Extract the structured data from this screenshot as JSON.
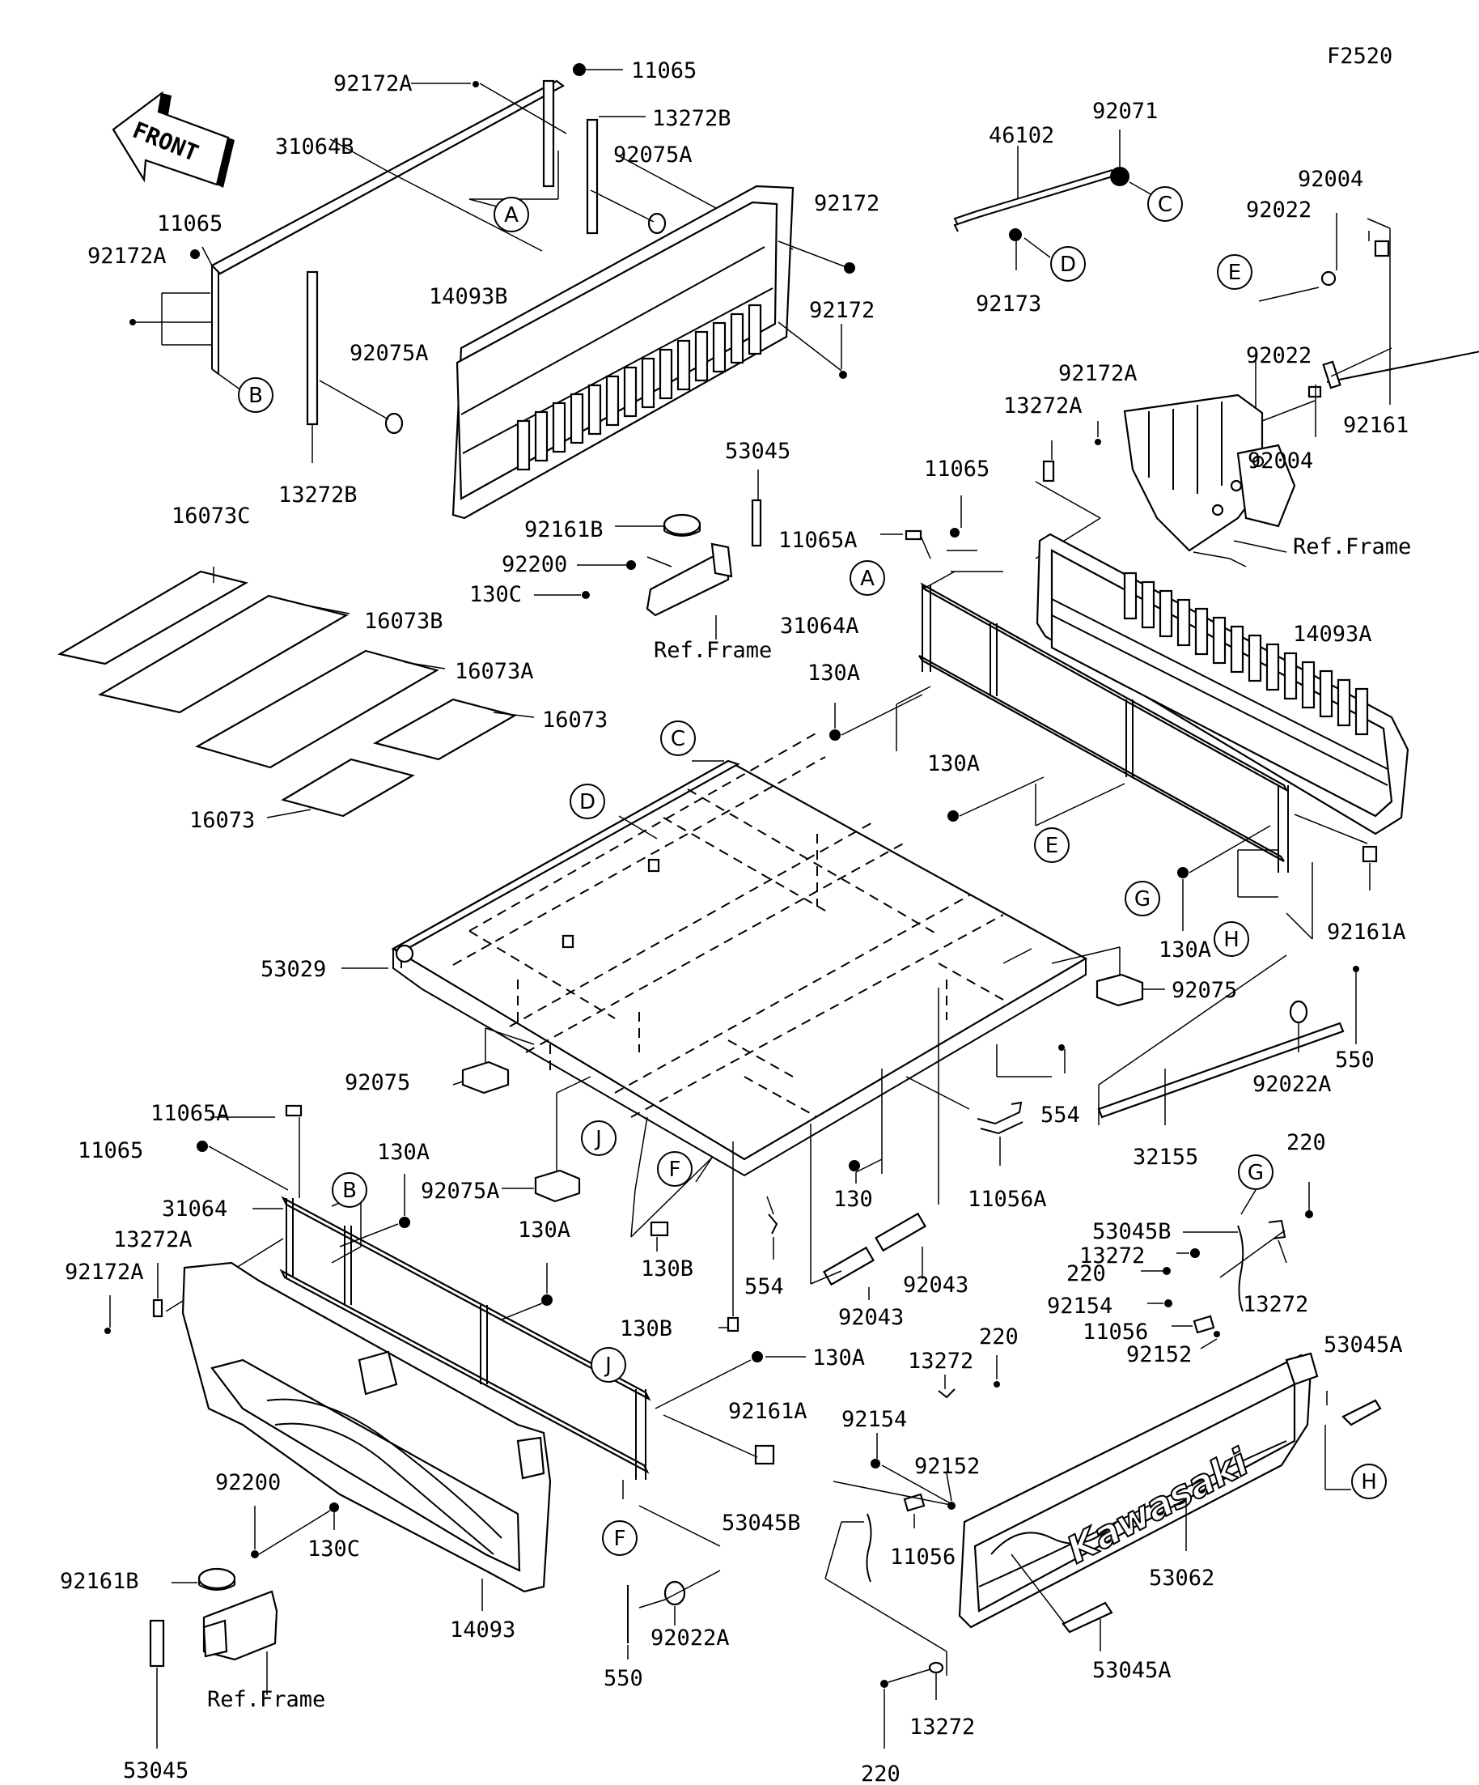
{
  "figure_code": "F2520",
  "front_arrow_label": "FRONT",
  "brand_decal": "Kawasaki",
  "ref_frame_label": "Ref.Frame",
  "part_labels": {
    "l_92172A_top": "92172A",
    "l_11065_top": "11065",
    "l_13272B_top": "13272B",
    "l_92075A_top": "92075A",
    "l_31064B": "31064B",
    "l_11065_left": "11065",
    "l_92172A_left": "92172A",
    "l_92075A_mid": "92075A",
    "l_13272B_bot": "13272B",
    "l_14093B": "14093B",
    "l_92172_a": "92172",
    "l_92172_b": "92172",
    "l_53045_mid": "53045",
    "l_92161B_mid": "92161B",
    "l_92200_mid": "92200",
    "l_130C_mid": "130C",
    "l_46102": "46102",
    "l_92071": "92071",
    "l_92173": "92173",
    "l_92004_top": "92004",
    "l_92022_top": "92022",
    "l_92022_mid": "92022",
    "l_92161": "92161",
    "l_92004_mid": "92004",
    "l_92172A_right": "92172A",
    "l_13272A_right": "13272A",
    "l_11065_right": "11065",
    "l_11065A_right": "11065A",
    "l_31064A": "31064A",
    "l_130A_a": "130A",
    "l_130A_b": "130A",
    "l_130A_c": "130A",
    "l_14093A": "14093A",
    "l_92161A_right": "92161A",
    "l_16073C": "16073C",
    "l_16073B": "16073B",
    "l_16073A": "16073A",
    "l_16073_a": "16073",
    "l_16073_b": "16073",
    "l_53029": "53029",
    "l_92075_right": "92075",
    "l_92075_left": "92075",
    "l_92075A_bot": "92075A",
    "l_550_right": "550",
    "l_92022A_right": "92022A",
    "l_32155": "32155",
    "l_554_right": "554",
    "l_11056A": "11056A",
    "l_130_mid": "130",
    "l_92043_a": "92043",
    "l_92043_b": "92043",
    "l_554_mid": "554",
    "l_130B_a": "130B",
    "l_130B_b": "130B",
    "l_11065A_left": "11065A",
    "l_11065_left2": "11065",
    "l_31064": "31064",
    "l_13272A_left": "13272A",
    "l_92172A_left2": "92172A",
    "l_130A_d": "130A",
    "l_130A_e": "130A",
    "l_130A_f": "130A",
    "l_92161A_mid": "92161A",
    "l_14093": "14093",
    "l_92200_bot": "92200",
    "l_130C_bot": "130C",
    "l_92161B_bot": "92161B",
    "l_53045_bot": "53045",
    "l_550_bot": "550",
    "l_92022A_bot": "92022A",
    "l_220_a": "220",
    "l_53045B_a": "53045B",
    "l_13272_a": "13272",
    "l_220_b": "220",
    "l_13272_b": "13272",
    "l_92154_a": "92154",
    "l_11056_a": "11056",
    "l_92152_a": "92152",
    "l_53045A_a": "53045A",
    "l_220_c": "220",
    "l_13272_c": "13272",
    "l_92154_b": "92154",
    "l_92152_b": "92152",
    "l_53045B_b": "53045B",
    "l_11056_b": "11056",
    "l_53062": "53062",
    "l_53045A_b": "53045A",
    "l_13272_d": "13272",
    "l_220_d": "220"
  },
  "reference_circles": {
    "c_A_top": "A",
    "c_B_left": "B",
    "c_C_right": "C",
    "c_D_right": "D",
    "c_E_right": "E",
    "c_A_mid": "A",
    "c_C_mid": "C",
    "c_D_mid": "D",
    "c_E_mid": "E",
    "c_G_mid": "G",
    "c_H_mid": "H",
    "c_J_mid": "J",
    "c_F_mid": "F",
    "c_B_low": "B",
    "c_J_low": "J",
    "c_F_low": "F",
    "c_G_low": "G",
    "c_H_low": "H"
  }
}
